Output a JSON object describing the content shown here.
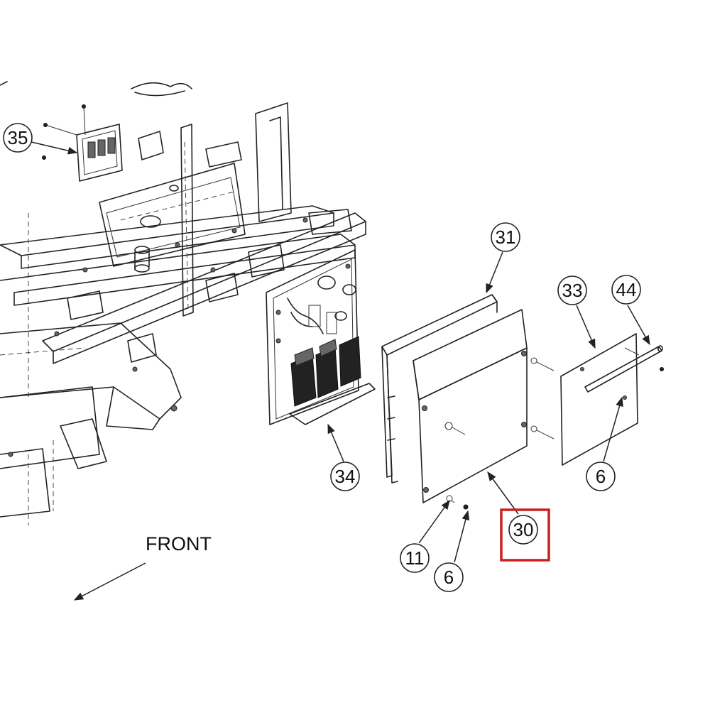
{
  "callouts": [
    {
      "id": "c35",
      "label": "35"
    },
    {
      "id": "c31",
      "label": "31"
    },
    {
      "id": "c33",
      "label": "33"
    },
    {
      "id": "c44",
      "label": "44"
    },
    {
      "id": "c34",
      "label": "34"
    },
    {
      "id": "c6a",
      "label": "6"
    },
    {
      "id": "c30",
      "label": "30"
    },
    {
      "id": "c11",
      "label": "11"
    },
    {
      "id": "c6b",
      "label": "6"
    }
  ],
  "front_label": "FRONT",
  "highlight": {
    "callout": "30",
    "color": "#cc1f1f"
  },
  "colors": {
    "line": "#222222",
    "background": "#ffffff"
  }
}
